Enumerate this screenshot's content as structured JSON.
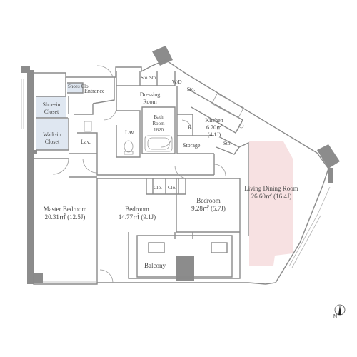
{
  "rooms": {
    "entrance": {
      "label": "Entrance"
    },
    "shoes_closet": {
      "label": "Shoes Clo."
    },
    "shoe_in_closet": {
      "line1": "Shoe-in",
      "line2": "Closet"
    },
    "walk_in_closet": {
      "line1": "Walk-in",
      "line2": "Closet"
    },
    "lav_left": {
      "label": "Lav."
    },
    "lav_center": {
      "label": "Lav."
    },
    "dressing_room": {
      "line1": "Dressing",
      "line2": "Room"
    },
    "storage_sto_1": {
      "label": "Sto."
    },
    "storage_sto_2": {
      "label": "Sto."
    },
    "washer_dryer": {
      "label": "W/D"
    },
    "bath_room": {
      "line1": "Bath",
      "line2": "Room",
      "line3": "1620"
    },
    "kitchen": {
      "line1": "Kitchen",
      "line2": "6.70㎡",
      "line3": "(4.1J)"
    },
    "kitchen_sto": {
      "label": "Sto."
    },
    "refrigerator": {
      "label": "R"
    },
    "pantry_sto": {
      "label": "Sto."
    },
    "storage": {
      "label": "Storage"
    },
    "closet_1": {
      "label": "Clo."
    },
    "closet_2": {
      "label": "Clo."
    },
    "master_bedroom": {
      "line1": "Master Bedroom",
      "line2": "20.31㎡ (12.5J)"
    },
    "bedroom_2": {
      "line1": "Bedroom",
      "line2": "14.77㎡ (9.1J)"
    },
    "bedroom_3": {
      "line1": "Bedroom",
      "line2": "9.28㎡ (5.7J)"
    },
    "living_dining": {
      "line1": "Living Dining Room",
      "line2": "26.60㎡ (16.4J)"
    },
    "balcony": {
      "label": "Balcony"
    }
  },
  "compass": {
    "label": "N"
  },
  "colors": {
    "wall": "#8c8c8c",
    "closet_fill": "#dfe7f1",
    "living_fill": "#f7e1e2",
    "line": "#8a8a8a"
  }
}
